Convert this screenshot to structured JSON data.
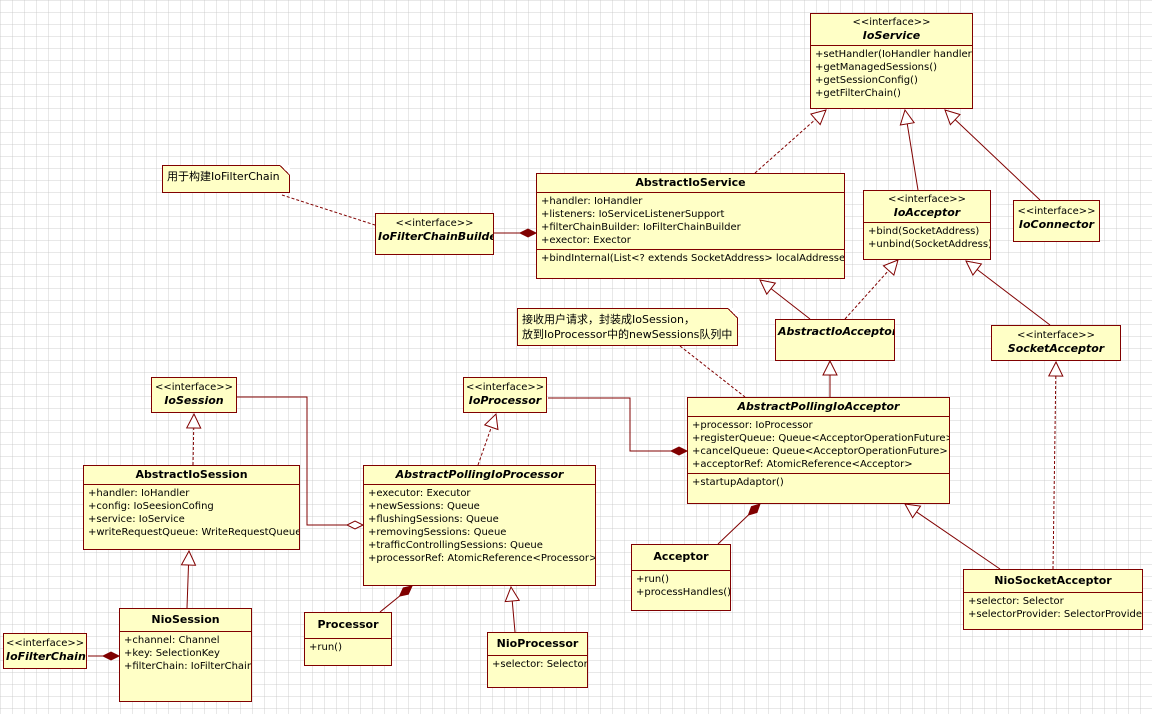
{
  "stereotype": "<<interface>>",
  "notes": {
    "builder_note": "用于构建IoFilterChain",
    "acceptor_note_line1": "接收用户请求，封装成IoSession，",
    "acceptor_note_line2": "放到IoProcessor中的newSessions队列中"
  },
  "classes": {
    "io_service": {
      "name": "IoService",
      "members": [
        "+setHandler(IoHandler handler)",
        "+getManagedSessions()",
        "+getSessionConfig()",
        "+getFilterChain()"
      ]
    },
    "abstract_io_service": {
      "name": "AbstractIoService",
      "attributes": [
        "+handler: IoHandler",
        "+listeners: IoServiceListenerSupport",
        "+filterChainBuilder: IoFilterChainBuilder",
        "+exector: Exector"
      ],
      "operations": [
        "+bindInternal(List<? extends SocketAddress> localAddresses)"
      ]
    },
    "io_filter_chain_builder": {
      "name": "IoFilterChainBuilder"
    },
    "io_acceptor": {
      "name": "IoAcceptor",
      "members": [
        "+bind(SocketAddress)",
        "+unbind(SocketAddress)"
      ]
    },
    "io_connector": {
      "name": "IoConnector"
    },
    "abstract_io_acceptor": {
      "name": "AbstractIoAcceptor"
    },
    "socket_acceptor": {
      "name": "SocketAcceptor"
    },
    "abstract_polling_io_acceptor": {
      "name": "AbstractPollingIoAcceptor",
      "attributes": [
        "+processor: IoProcessor",
        "+registerQueue: Queue<AcceptorOperationFuture>",
        "+cancelQueue: Queue<AcceptorOperationFuture>",
        "+acceptorRef: AtomicReference<Acceptor>"
      ],
      "operations": [
        "+startupAdaptor()"
      ]
    },
    "io_session": {
      "name": "IoSession"
    },
    "io_processor": {
      "name": "IoProcessor"
    },
    "abstract_io_session": {
      "name": "AbstractIoSession",
      "attributes": [
        "+handler: IoHandler",
        "+config: IoSeesionCofing",
        "+service: IoService",
        "+writeRequestQueue: WriteRequestQueue"
      ]
    },
    "abstract_polling_io_processor": {
      "name": "AbstractPollingIoProcessor",
      "attributes": [
        "+executor: Executor",
        "+newSessions: Queue",
        "+flushingSessions: Queue",
        "+removingSessions: Queue",
        "+trafficControllingSessions: Queue",
        "+processorRef: AtomicReference<Processor>"
      ]
    },
    "acceptor": {
      "name": "Acceptor",
      "operations": [
        "+run()",
        "+processHandles()"
      ]
    },
    "nio_socket_acceptor": {
      "name": "NioSocketAcceptor",
      "attributes": [
        "+selector: Selector",
        "+selectorProvider: SelectorProvider"
      ]
    },
    "io_filter_chain": {
      "name": "IoFilterChain"
    },
    "nio_session": {
      "name": "NioSession",
      "attributes": [
        "+channel: Channel",
        "+key: SelectionKey",
        "+filterChain: IoFilterChain"
      ]
    },
    "processor": {
      "name": "Processor",
      "operations": [
        "+run()"
      ]
    },
    "nio_processor": {
      "name": "NioProcessor",
      "attributes": [
        "+selector: Selector"
      ]
    }
  },
  "colors": {
    "border": "#800000",
    "fill": "#ffffc6",
    "line": "#800000"
  }
}
